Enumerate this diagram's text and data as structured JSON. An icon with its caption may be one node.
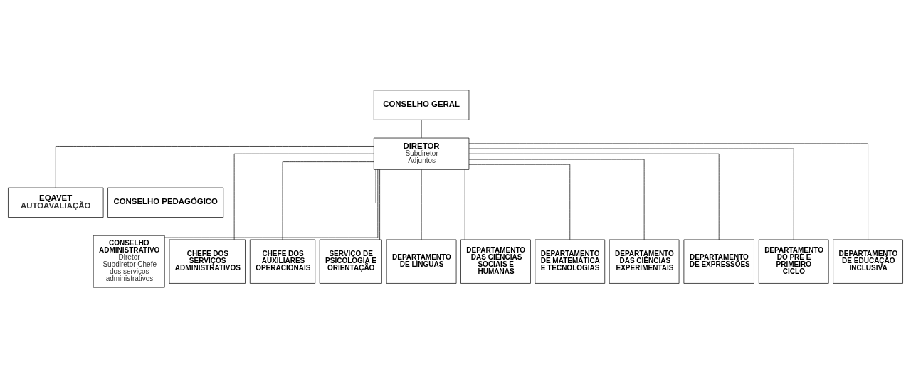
{
  "diagram": {
    "nodes": [
      {
        "text": [
          "CONSELHO GERAL"
        ]
      },
      {
        "text": [
          "DIRETOR",
          "Subdiretor Adjuntos"
        ]
      },
      {
        "text": [
          "EQAVET",
          "AUTOAVALIAÇÃO"
        ]
      },
      {
        "text": [
          "CONSELHO PEDAGÓGICO"
        ]
      },
      {
        "text": [
          "CONSELHO ADMINISTRATIVO",
          "Diretor Subdiretor Chefe dos serviços administrativos"
        ]
      },
      {
        "text": [
          "CHEFE DOS SERVIÇOS ADMINISTRATIVOS"
        ]
      },
      {
        "text": [
          "CHEFE DOS AUXILIARES OPERACIONAIS"
        ]
      },
      {
        "text": [
          "SERVIÇO DE PSICOLOGIA E ORIENTAÇÃO"
        ]
      },
      {
        "text": [
          "DEPARTAMENTO DE LÍNGUAS"
        ]
      },
      {
        "text": [
          "DEPARTAMENTO DAS CIÊNCIAS SOCIAIS E HUMANAS"
        ]
      },
      {
        "text": [
          "DEPARTAMENTO DE MATEMÁTICA E TECNOLOGIAS"
        ]
      },
      {
        "text": [
          "DEPARTAMENTO DAS CIÊNCIAS EXPERIMENTAIS"
        ]
      },
      {
        "text": [
          "DEPARTAMENTO DE EXPRESSÕES"
        ]
      },
      {
        "text": [
          "DEPARTAMENTO DO PRÉ E PRIMEIRO CICLO"
        ]
      },
      {
        "text": [
          "DEPARTAMENTO DE EDUCAÇÃO INCLUSIVA"
        ]
      }
    ],
    "edges": [
      {
        "from": 0,
        "to": 1,
        "arrow": "none"
      },
      {
        "from": 1,
        "to": 2,
        "arrow": "none"
      },
      {
        "from": 1,
        "to": 3,
        "arrow": "none"
      },
      {
        "from": 1,
        "to": 4,
        "arrow": "none"
      },
      {
        "from": 1,
        "to": 5,
        "arrow": "none"
      },
      {
        "from": 1,
        "to": 6,
        "arrow": "none"
      },
      {
        "from": 1,
        "to": 7,
        "arrow": "none"
      },
      {
        "from": 1,
        "to": 8,
        "arrow": "none"
      },
      {
        "from": 1,
        "to": 9,
        "arrow": "none"
      },
      {
        "from": 1,
        "to": 10,
        "arrow": "none"
      },
      {
        "from": 1,
        "to": 11,
        "arrow": "none"
      },
      {
        "from": 1,
        "to": 12,
        "arrow": "none"
      },
      {
        "from": 1,
        "to": 13,
        "arrow": "none"
      },
      {
        "from": 1,
        "to": 14,
        "arrow": "none"
      }
    ]
  }
}
